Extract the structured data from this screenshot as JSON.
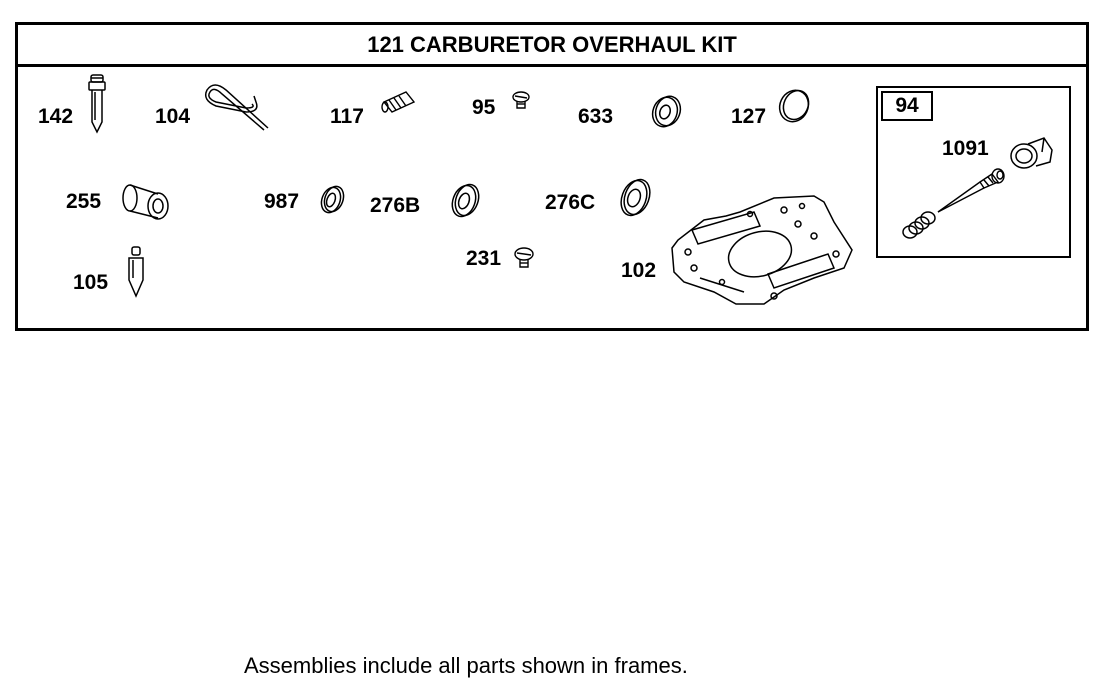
{
  "kit": {
    "title": "121 CARBURETOR OVERHAUL KIT"
  },
  "parts": {
    "p142": "142",
    "p104": "104",
    "p117": "117",
    "p95": "95",
    "p633": "633",
    "p127": "127",
    "p255": "255",
    "p987": "987",
    "p276b": "276B",
    "p276c": "276C",
    "p231": "231",
    "p102": "102",
    "p105": "105"
  },
  "sub_assembly": {
    "number": "94",
    "part_1091": "1091"
  },
  "footnote": "Assemblies include all parts shown in frames."
}
